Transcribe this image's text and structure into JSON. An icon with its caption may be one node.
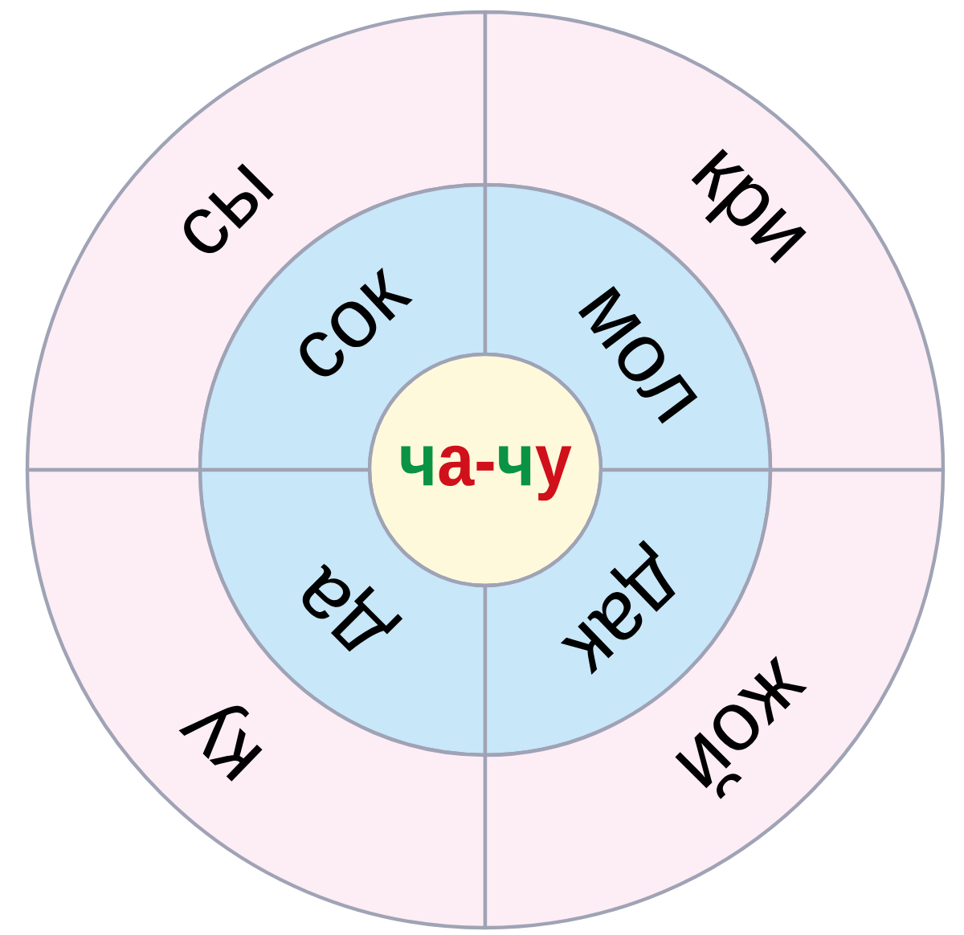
{
  "diagram": {
    "nodes": [
      {
        "text": [
          "сы"
        ]
      },
      {
        "text": [
          "кри"
        ]
      },
      {
        "text": [
          "сок"
        ]
      },
      {
        "text": [
          "мол"
        ]
      },
      {
        "text": [
          "ча-чу"
        ]
      },
      {
        "text": [
          "да"
        ]
      },
      {
        "text": [
          "дак"
        ]
      },
      {
        "text": [
          "ку"
        ]
      },
      {
        "text": [
          "жой"
        ]
      }
    ]
  }
}
